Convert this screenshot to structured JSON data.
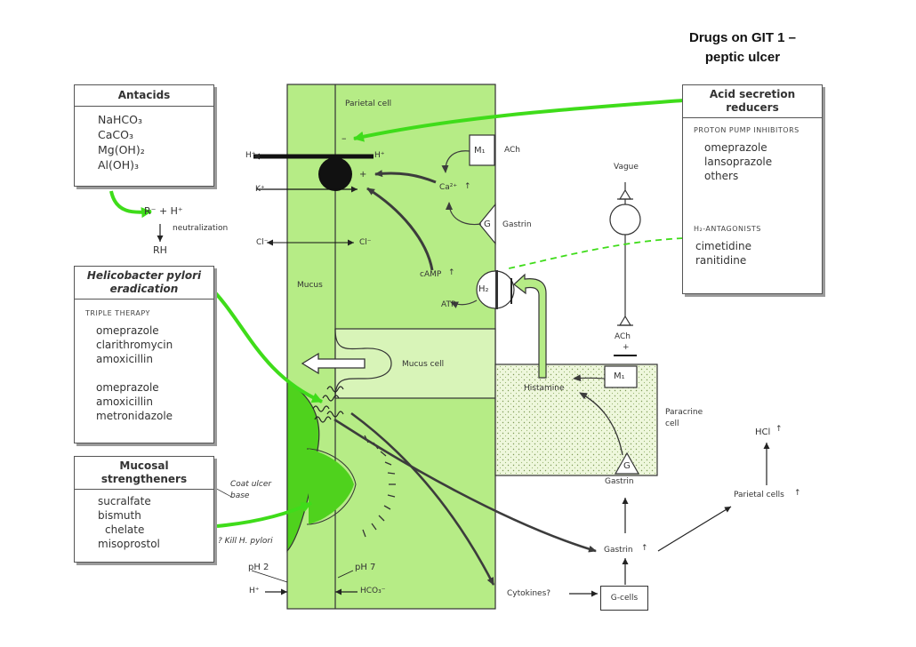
{
  "title": {
    "line1": "Drugs on GIT 1 –",
    "line2": "peptic ulcer"
  },
  "boxes": {
    "antacids": {
      "header": "Antacids",
      "items": [
        "NaHCO₃",
        "CaCO₃",
        "Mg(OH)₂",
        "Al(OH)₃"
      ]
    },
    "hpylori": {
      "header_line1": "Helicobacter pylori",
      "header_line2": "eradication",
      "subheader": "TRIPLE THERAPY",
      "group1": [
        "omeprazole",
        "clarithromycin",
        "amoxicillin"
      ],
      "group2": [
        "omeprazole",
        "amoxicillin",
        "metronidazole"
      ]
    },
    "mucosal": {
      "header_line1": "Mucosal",
      "header_line2": "strengtheners",
      "items": [
        "sucralfate",
        "bismuth",
        "chelate",
        "misoprostol"
      ]
    },
    "acid_reducers": {
      "header_line1": "Acid secretion",
      "header_line2": "reducers",
      "ppi_header": "PROTON PUMP INHIBITORS",
      "ppi_items": [
        "omeprazole",
        "lansoprazole",
        "others"
      ],
      "h2_header": "H₂-ANTAGONISTS",
      "h2_items": [
        "cimetidine",
        "ranitidine"
      ]
    }
  },
  "labels": {
    "neutralization_reactants": "R⁻ + H⁺",
    "neutralization": "neutralization",
    "rh": "RH",
    "parietal_cell": "Parietal cell",
    "minus": "–",
    "plus": "+",
    "h_plus_left": "H⁺",
    "h_plus_right": "H⁺",
    "k_plus": "K⁺",
    "cl_left": "Cl⁻",
    "cl_right": "Cl⁻",
    "m1_top": "M₁",
    "ach_top": "ACh",
    "ca": "Ca²⁺",
    "g_top": "G",
    "gastrin_top": "Gastrin",
    "camp": "cAMP",
    "atp": "ATP",
    "h2": "H₂",
    "mucus": "Mucus",
    "mucus_cell": "Mucus cell",
    "vagus": "Vague",
    "ach_vagus": "ACh",
    "vagus_plus": "+",
    "histamine": "Histamine",
    "m1_paracrine": "M₁",
    "paracrine_cell_line1": "Paracrine",
    "paracrine_cell_line2": "cell",
    "g_bottom": "G",
    "gastrin_bottom": "Gastrin",
    "hcl": "HCl",
    "parietal_cells": "Parietal cells",
    "gastrin_up": "Gastrin",
    "g_cells": "G-cells",
    "cytokines": "Cytokines?",
    "coat_ulcer_line1": "Coat ulcer",
    "coat_ulcer_line2": "base",
    "kill_hpylori": "? Kill H. pylori",
    "ph2": "pH 2",
    "ph7": "pH 7",
    "h_plus_bottom": "H⁺",
    "hco3": "HCO₃⁻"
  },
  "colors": {
    "tissue_green": "#b6ec86",
    "tissue_green_dark": "#4fd21d",
    "arrow_green": "#3fdc1a",
    "dark_gray": "#3c3c3c",
    "paracrine_fill": "#ecf6d8"
  }
}
